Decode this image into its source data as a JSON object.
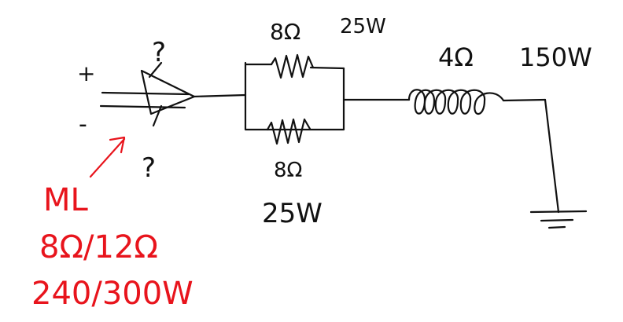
{
  "labels": {
    "plus": "+",
    "minus": "-",
    "question_top": "?",
    "question_bottom": "?",
    "r_top_value": "8Ω",
    "r_top_power": "25W",
    "r_bottom_value": "8Ω",
    "r_bottom_power": "25W",
    "inductor_value": "4Ω",
    "inductor_power": "150W",
    "note_line1": "ML",
    "note_line2": "8Ω/12Ω",
    "note_line3": "240/300W"
  },
  "colors": {
    "ink": "#111111",
    "annotation": "#e8141c"
  },
  "components": {
    "source": "amplifier-triangle",
    "resistors": 2,
    "inductor": "coil",
    "ground": "ground-symbol"
  }
}
